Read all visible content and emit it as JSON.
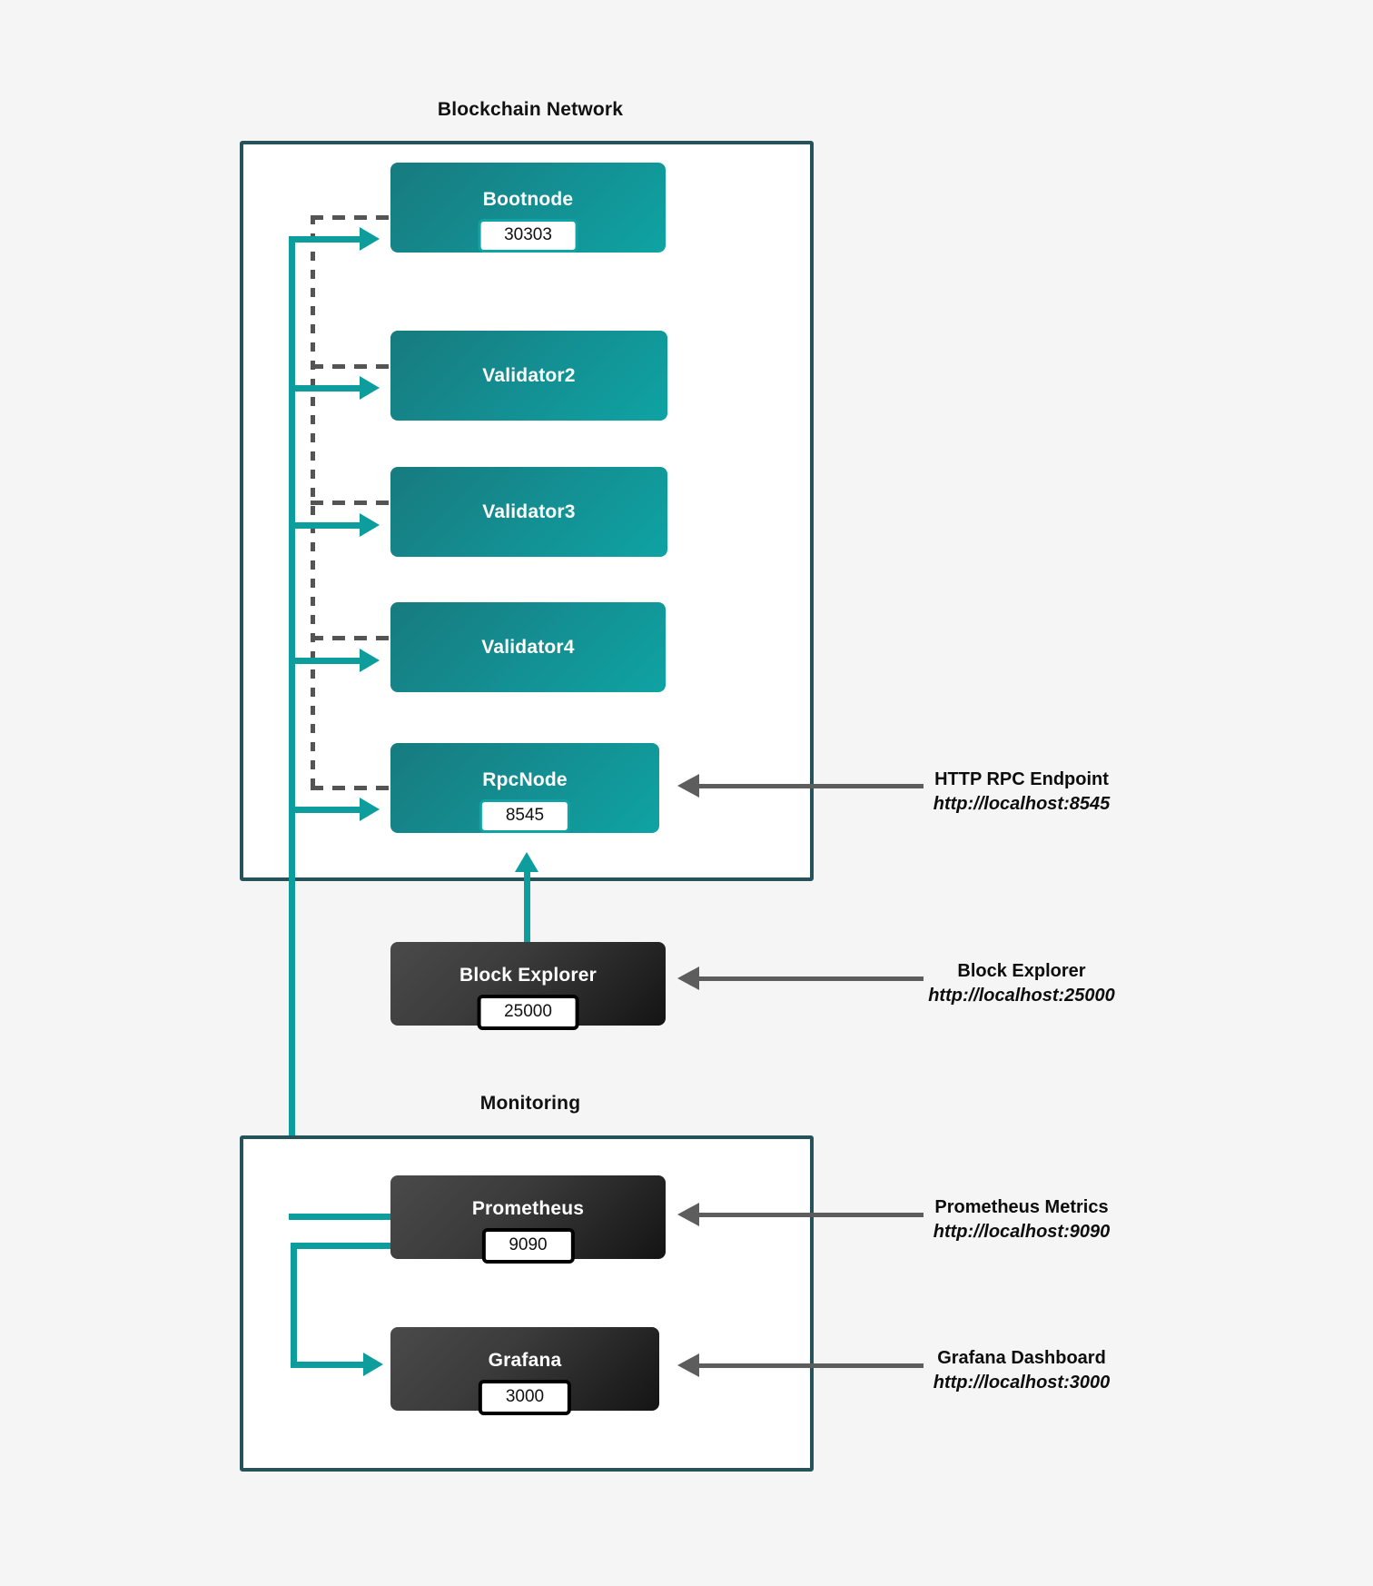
{
  "diagram": {
    "title_blockchain": "Blockchain Network",
    "title_monitoring": "Monitoring",
    "colors": {
      "background": "#f5f5f5",
      "container_border": "#265259",
      "node_teal": "#0fa3a3",
      "node_dark": "#141414",
      "connector_teal": "#0d9d9d",
      "connector_dashed": "#545454",
      "annotation_arrow": "#5d5d5d"
    }
  },
  "blockchain_nodes": [
    {
      "name": "Bootnode",
      "port": "30303"
    },
    {
      "name": "Validator2",
      "port": ""
    },
    {
      "name": "Validator3",
      "port": ""
    },
    {
      "name": "Validator4",
      "port": ""
    },
    {
      "name": "RpcNode",
      "port": "8545"
    }
  ],
  "explorer_node": {
    "name": "Block Explorer",
    "port": "25000"
  },
  "monitoring_nodes": [
    {
      "name": "Prometheus",
      "port": "9090"
    },
    {
      "name": "Grafana",
      "port": "3000"
    }
  ],
  "annotations": [
    {
      "title": "HTTP RPC Endpoint",
      "url": "http://localhost:8545"
    },
    {
      "title": "Block Explorer",
      "url": "http://localhost:25000"
    },
    {
      "title": "Prometheus Metrics",
      "url": "http://localhost:9090"
    },
    {
      "title": "Grafana Dashboard",
      "url": "http://localhost:3000"
    }
  ]
}
